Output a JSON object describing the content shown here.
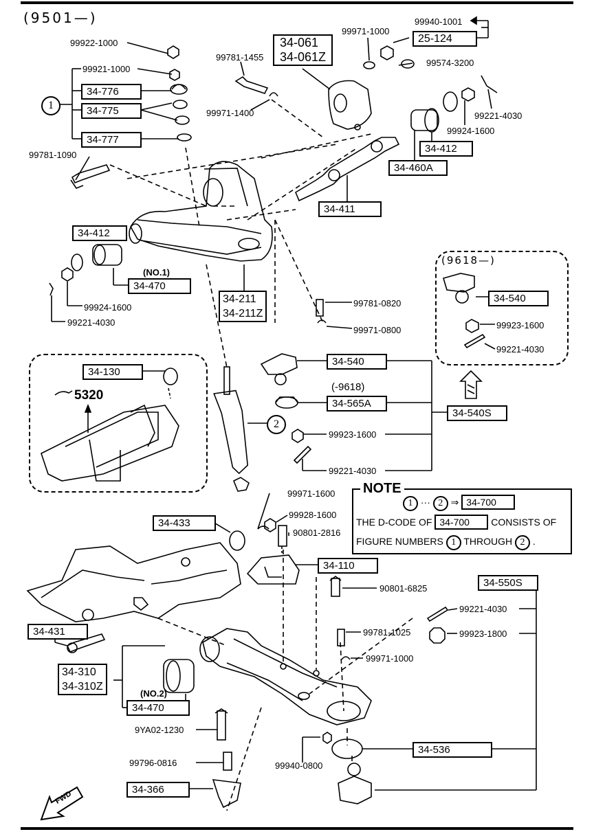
{
  "header": {
    "code": "(9501—)"
  },
  "inset_code": "(9618—)",
  "callouts": {
    "c1": "1",
    "c2": "2"
  },
  "part_labels": {
    "p99922_1000": "99922-1000",
    "p99921_1000": "99921-1000",
    "p99781_1090": "99781-1090",
    "p99781_1455": "99781-1455",
    "p99971_1400": "99971-1400",
    "p99971_1000_top": "99971-1000",
    "p99940_1001": "99940-1001",
    "p99574_3200": "99574-3200",
    "p99221_4030_a": "99221-4030",
    "p99924_1600_a": "99924-1600",
    "p99924_1600_b": "99924-1600",
    "p99221_4030_b": "99221-4030",
    "no1": "(NO.1)",
    "p99781_0820": "99781-0820",
    "p99971_0800": "99971-0800",
    "p_9618": "(-9618)",
    "p99923_1600_a": "99923-1600",
    "p99221_4030_c": "99221-4030",
    "p99923_1600_b": "99923-1600",
    "p99221_4030_d": "99221-4030",
    "p99971_1600": "99971-1600",
    "p99928_1600": "99928-1600",
    "p90801_2816": "90801-2816",
    "p90801_6825": "90801-6825",
    "p99221_4030_e": "99221-4030",
    "p99781_1025": "99781-1025",
    "p99923_1800": "99923-1800",
    "p99971_1000_low": "99971-1000",
    "no2": "(NO.2)",
    "p9YA02_1230": "9YA02-1230",
    "p99796_0816": "99796-0816",
    "p99940_0800": "99940-0800",
    "fwd": "FWD"
  },
  "boxed": {
    "b34_061": "34-061",
    "b34_061Z": "34-061Z",
    "b25_124": "25-124",
    "b34_776": "34-776",
    "b34_775": "34-775",
    "b34_777": "34-777",
    "b34_412_r": "34-412",
    "b34_460A": "34-460A",
    "b34_411": "34-411",
    "b34_412_l": "34-412",
    "b34_470_1": "34-470",
    "b34_211": "34-211",
    "b34_211Z": "34-211Z",
    "b34_540_inset": "34-540",
    "b34_130": "34-130",
    "b34_540": "34-540",
    "b34_565A": "34-565A",
    "b34_540S": "34-540S",
    "b34_433": "34-433",
    "b34_110": "34-110",
    "b34_550S": "34-550S",
    "b34_431": "34-431",
    "b34_310": "34-310",
    "b34_310Z": "34-310Z",
    "b34_470_2": "34-470",
    "b34_536": "34-536",
    "b34_366": "34-366"
  },
  "ref_5320": "5320",
  "note": {
    "title": "NOTE",
    "line1_c1": "1",
    "line1_dots": "···",
    "line1_c2": "2",
    "line1_arrow": "⇒",
    "line1_box": "34-700",
    "line2_a": "THE D-CODE OF",
    "line2_box": "34-700",
    "line2_b": "CONSISTS OF",
    "line3_a": "FIGURE NUMBERS",
    "line3_c1": "1",
    "line3_b": "THROUGH",
    "line3_c2": "2",
    "line3_end": "."
  }
}
